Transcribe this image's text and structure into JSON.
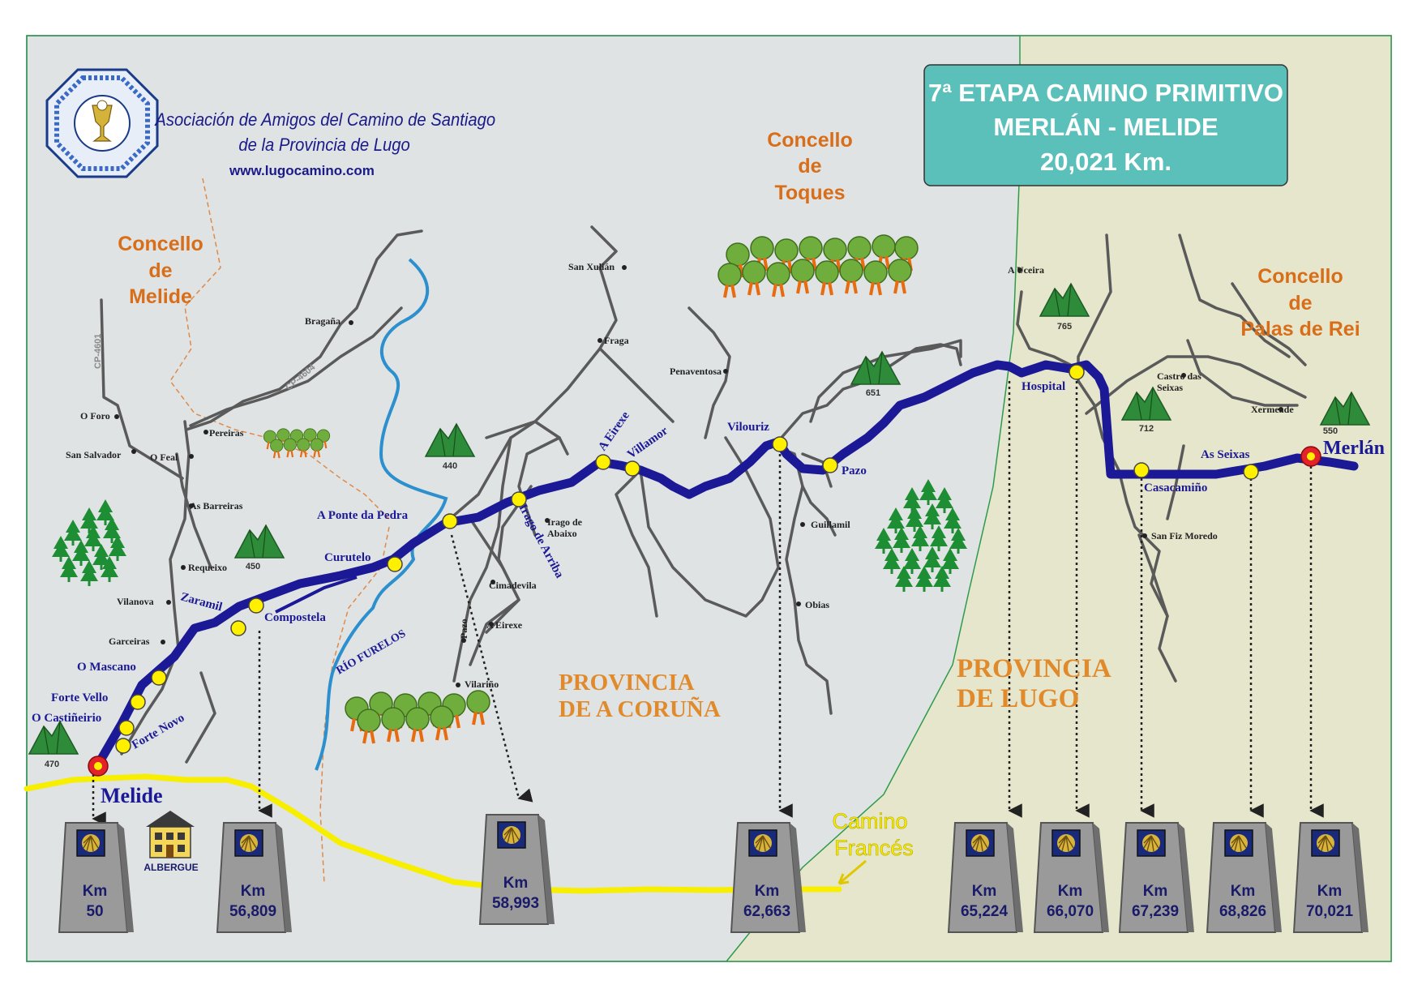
{
  "title": {
    "line1": "7ª ETAPA CAMINO PRIMITIVO",
    "line2": "MERLÁN - MELIDE",
    "line3": "20,021 Km."
  },
  "association": {
    "line1": "Asociación de Amigos del Camino de Santiago",
    "line2": "de la Provincia de Lugo",
    "url": "www.lugocamino.com"
  },
  "concellos": {
    "melide": [
      "Concello",
      "de",
      "Melide"
    ],
    "toques": [
      "Concello",
      "de",
      "Toques"
    ],
    "palas": [
      "Concello",
      "de",
      "Palas de Rei"
    ]
  },
  "provinces": {
    "coruna": [
      "PROVINCIA",
      "DE A CORUÑA"
    ],
    "lugo": [
      "PROVINCIA",
      "DE LUGO"
    ]
  },
  "camino_frances": [
    "Camino",
    "Francés"
  ],
  "river": "RÍO FURELOS",
  "roads": {
    "cp4601": "CP-4601",
    "cp4604": "CP-4604"
  },
  "albergue": "ALBERGUE",
  "endpoints": {
    "melide": "Melide",
    "merlan": "Merlán"
  },
  "elevations": [
    "470",
    "450",
    "440",
    "651",
    "765",
    "712",
    "550"
  ],
  "route_stops": [
    "Forte Novo",
    "O Castiñeirio",
    "Forte Vello",
    "O Mascano",
    "Zaramil",
    "Compostela",
    "Curutelo",
    "A Ponte da Pedra",
    "Irago de Arriba",
    "A Eirexe",
    "Villamor",
    "Vilouriz",
    "Pazo",
    "Hospital",
    "Casacamiño",
    "As Seixas"
  ],
  "places": [
    "O Foro",
    "San Salvador",
    "O Feal",
    "Pereiras",
    "As Barreiras",
    "Requeixo",
    "Vilanova",
    "Garceiras",
    "Bragaña",
    "Cimadevila",
    "A Eirexe",
    "Pazo",
    "Vilariño",
    "Irago de",
    "Abaixo",
    "San Xulián",
    "Fraga",
    "Penaventosa",
    "Guillamil",
    "Obias",
    "A Uceira",
    "Castro das",
    "Seixas",
    "Xermeade",
    "San Fiz Moredo"
  ],
  "milestones": [
    {
      "km_label": "Km",
      "value": "50"
    },
    {
      "km_label": "Km",
      "value": "56,809"
    },
    {
      "km_label": "Km",
      "value": "58,993"
    },
    {
      "km_label": "Km",
      "value": "62,663"
    },
    {
      "km_label": "Km",
      "value": "65,224"
    },
    {
      "km_label": "Km",
      "value": "66,070"
    },
    {
      "km_label": "Km",
      "value": "67,239"
    },
    {
      "km_label": "Km",
      "value": "68,826"
    },
    {
      "km_label": "Km",
      "value": "70,021"
    }
  ],
  "colors": {
    "coruna_bg": "#dfe3e3",
    "lugo_bg": "#e6e6cc",
    "route": "#1b1996",
    "stop": "#fff000",
    "camino_frances": "#f7ee00",
    "title_box": "#5bbfba",
    "concello_text": "#d86e1a",
    "province_text": "#e08a2c",
    "river": "#2c8fce",
    "roads": "#5a5a5a"
  }
}
